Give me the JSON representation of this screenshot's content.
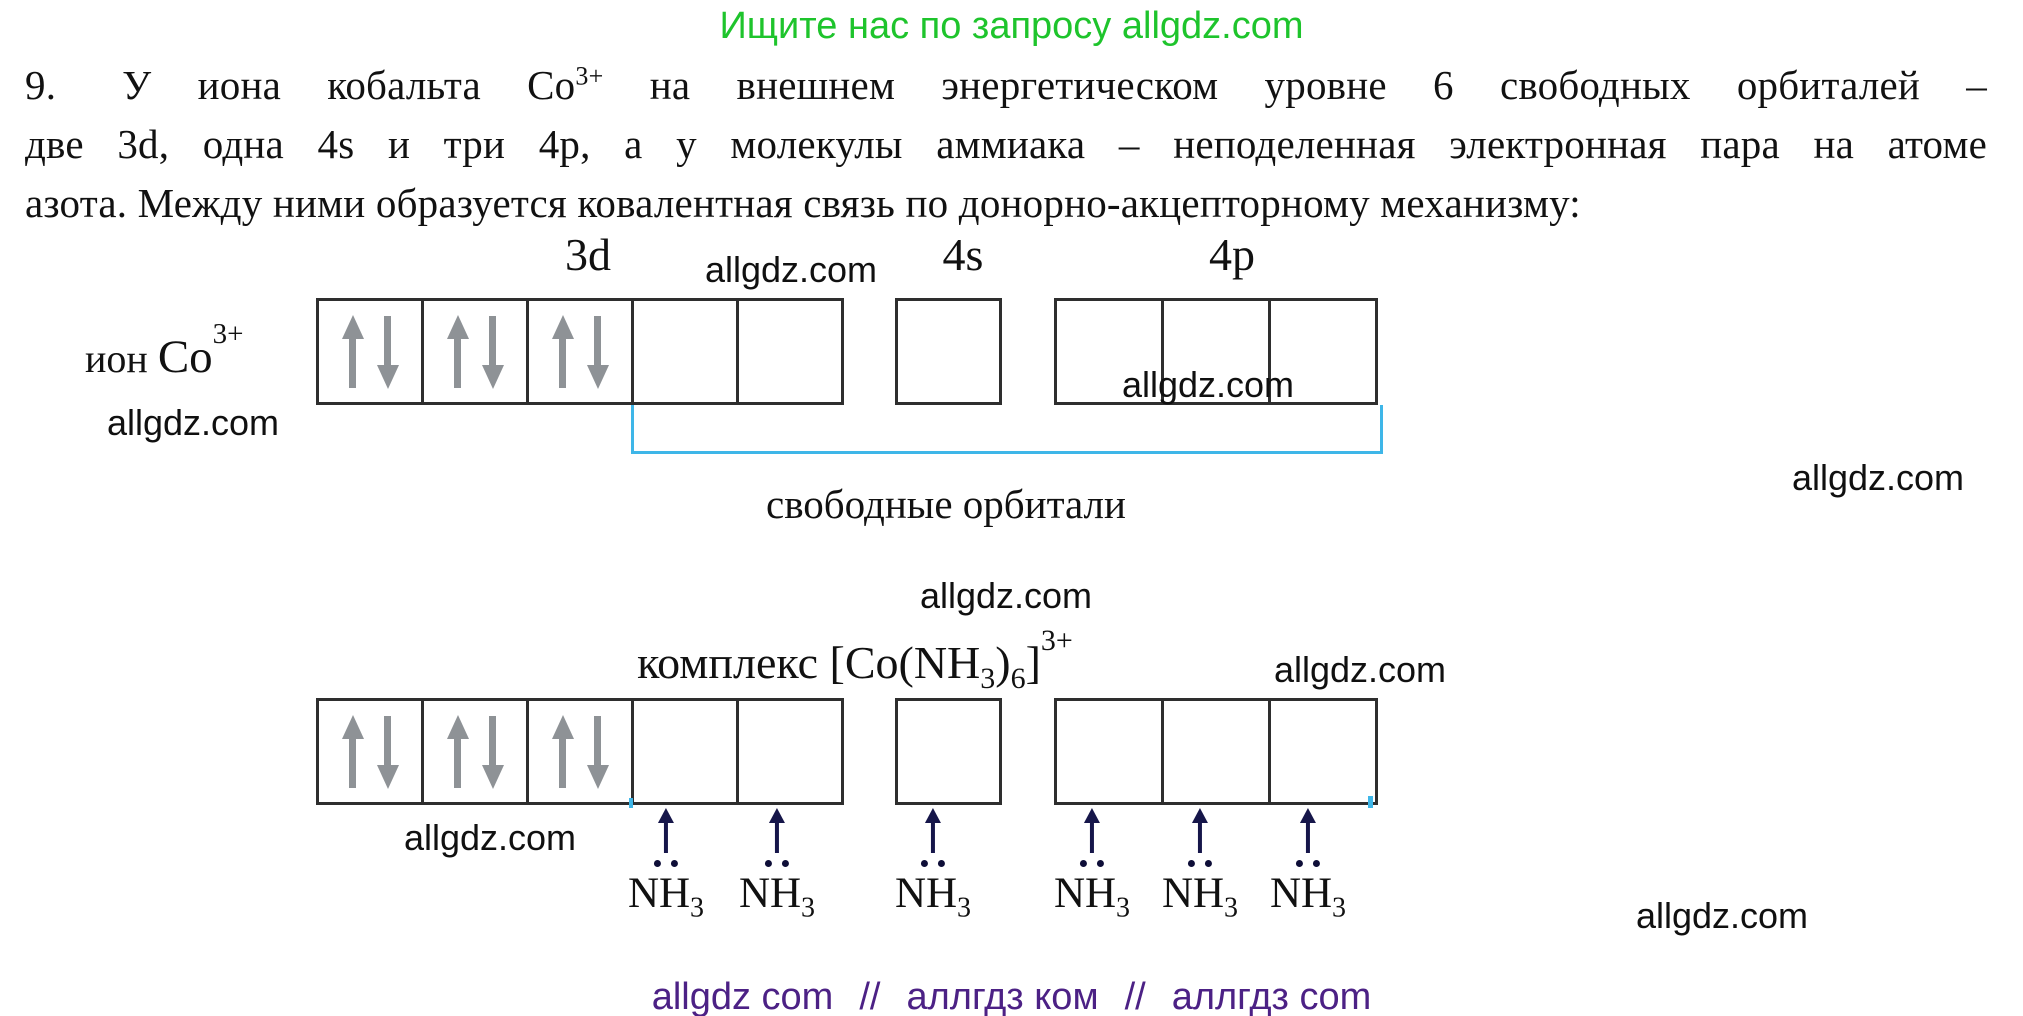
{
  "header": {
    "text": "Ищите нас по запросу allgdz.com",
    "color": "#1ec42c"
  },
  "watermark": {
    "text": "allgdz.com"
  },
  "problem": {
    "number": "9.",
    "line1_pre": "У иона кобальта Co",
    "line1_sup": "3+",
    "line1_post": " на внешнем энергетическом уровне 6 свободных орбиталей –",
    "line2": "две 3d, одна 4s и три 4p, а у молекулы аммиака – неподеленная электронная пара на атоме",
    "line3": "азота. Между ними образуется ковалентная связь по донорно-акцепторному механизму:"
  },
  "ion": {
    "prefix": "ион",
    "symbol": "Co",
    "charge": "3+"
  },
  "orbitals": {
    "labels": [
      "3d",
      "4s",
      "4p"
    ],
    "row1": {
      "d": [
        "paired",
        "paired",
        "paired",
        "empty",
        "empty"
      ],
      "s": [
        "empty"
      ],
      "p": [
        "empty",
        "empty",
        "empty"
      ]
    },
    "row2": {
      "d": [
        "paired",
        "paired",
        "paired",
        "empty",
        "empty"
      ],
      "s": [
        "empty"
      ],
      "p": [
        "empty",
        "empty",
        "empty"
      ]
    },
    "bracket_label": "свободные орбитали",
    "bracket_color": "#3eb6e8",
    "electron_color": "#8e9296"
  },
  "complex": {
    "prefix": "комплекс [Co(NH",
    "sub1": "3",
    "mid1": ")",
    "sub2": "6",
    "mid2": "]",
    "sup": "3+"
  },
  "nh3": {
    "symbol": "NH",
    "sub": "3",
    "count": 6
  },
  "footer": {
    "part1": "allgdz com",
    "sep1": "//",
    "part2": "аллгдз ком",
    "sep2": "//",
    "part3": "аллгдз com",
    "color": "#4c2185"
  }
}
